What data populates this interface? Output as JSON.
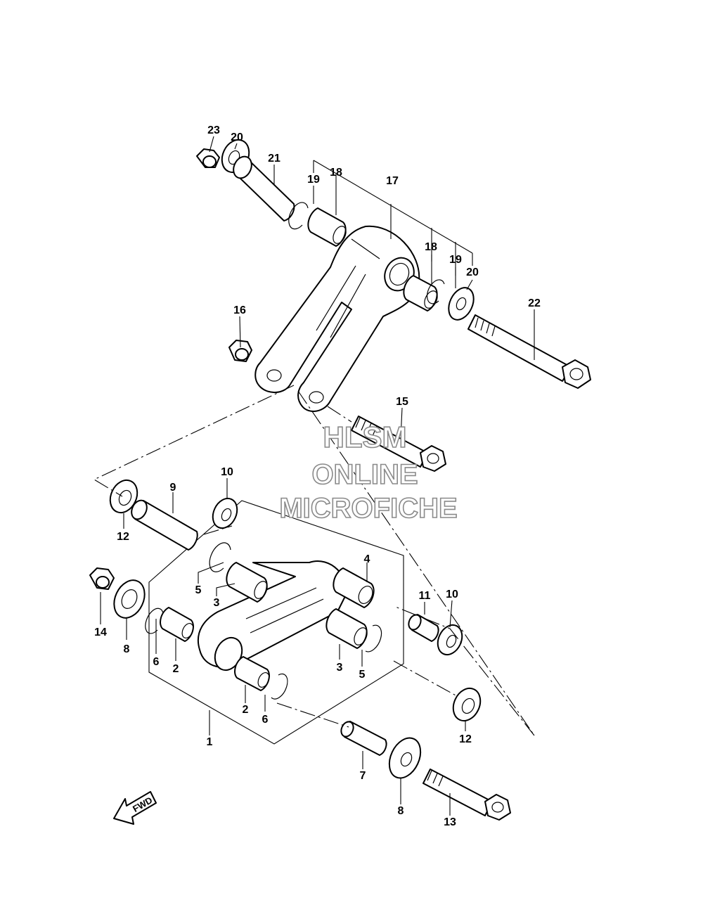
{
  "watermark": {
    "line1": "HLSM",
    "line2": "ONLINE",
    "line3": "MICROFICHE",
    "color": "#8a8a8a"
  },
  "direction_indicator": {
    "label": "FWD"
  },
  "callouts": [
    {
      "id": "c23",
      "number": "23"
    },
    {
      "id": "c20a",
      "number": "20"
    },
    {
      "id": "c21",
      "number": "21"
    },
    {
      "id": "c19a",
      "number": "19"
    },
    {
      "id": "c18a",
      "number": "18"
    },
    {
      "id": "c17",
      "number": "17"
    },
    {
      "id": "c18b",
      "number": "18"
    },
    {
      "id": "c19b",
      "number": "19"
    },
    {
      "id": "c20b",
      "number": "20"
    },
    {
      "id": "c22",
      "number": "22"
    },
    {
      "id": "c16",
      "number": "16"
    },
    {
      "id": "c15",
      "number": "15"
    },
    {
      "id": "c10a",
      "number": "10"
    },
    {
      "id": "c9",
      "number": "9"
    },
    {
      "id": "c12a",
      "number": "12"
    },
    {
      "id": "c4",
      "number": "4"
    },
    {
      "id": "c5a",
      "number": "5"
    },
    {
      "id": "c3a",
      "number": "3"
    },
    {
      "id": "c14",
      "number": "14"
    },
    {
      "id": "c8a",
      "number": "8"
    },
    {
      "id": "c6a",
      "number": "6"
    },
    {
      "id": "c2a",
      "number": "2"
    },
    {
      "id": "c11",
      "number": "11"
    },
    {
      "id": "c10b",
      "number": "10"
    },
    {
      "id": "c3b",
      "number": "3"
    },
    {
      "id": "c5b",
      "number": "5"
    },
    {
      "id": "c2b",
      "number": "2"
    },
    {
      "id": "c6b",
      "number": "6"
    },
    {
      "id": "c12b",
      "number": "12"
    },
    {
      "id": "c1",
      "number": "1"
    },
    {
      "id": "c7",
      "number": "7"
    },
    {
      "id": "c8b",
      "number": "8"
    },
    {
      "id": "c13",
      "number": "13"
    }
  ]
}
